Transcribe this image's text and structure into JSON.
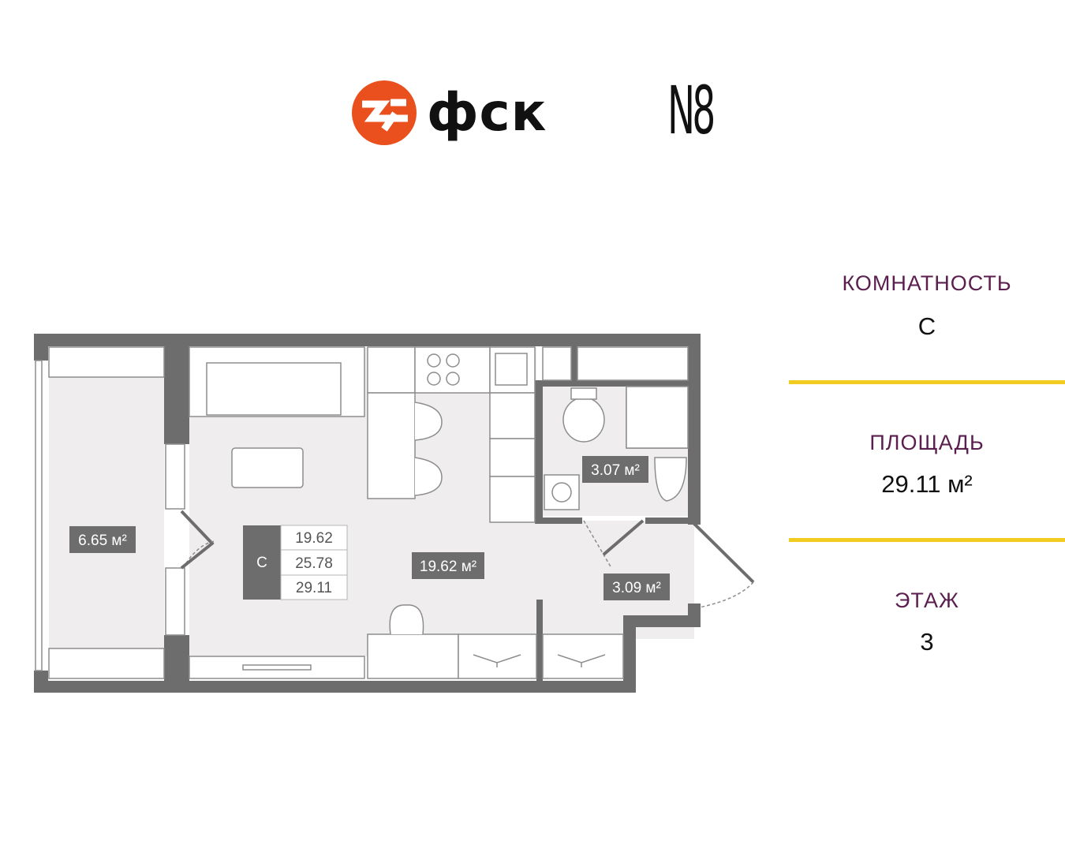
{
  "brand": {
    "logo_text": "фск",
    "project_mark": "N8",
    "colors": {
      "logo_orange": "#e9501d",
      "text_dark": "#111111"
    }
  },
  "info_panel": {
    "rooms": {
      "label": "КОМНАТНОСТЬ",
      "value": "С"
    },
    "area": {
      "label": "ПЛОЩАДЬ",
      "value": "29.11 м²"
    },
    "floor": {
      "label": "ЭТАЖ",
      "value": "3"
    },
    "colors": {
      "label": "#5a1f4f",
      "divider": "#f2cc1f"
    }
  },
  "floor_plan": {
    "rooms": {
      "balcony": "6.65 м²",
      "studio": "19.62 м²",
      "bathroom": "3.07 м²",
      "hallway": "3.09 м²"
    },
    "summary_table": {
      "type": "С",
      "values": [
        "19.62",
        "25.78",
        "29.11"
      ]
    },
    "colors": {
      "wall": "#6d6d6d",
      "floor": "#efedee",
      "furniture_stroke": "#8d8d8d",
      "label_bg": "#6d6d6d"
    }
  }
}
